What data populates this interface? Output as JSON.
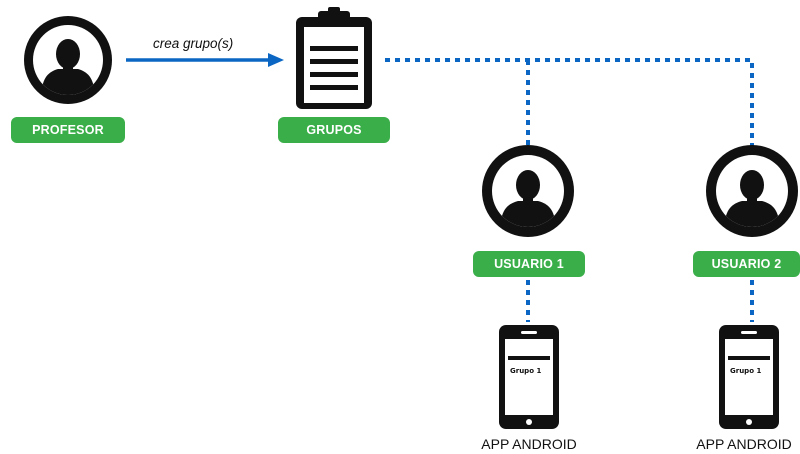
{
  "colors": {
    "node_fill": "#111111",
    "pill_green": "#3aae49",
    "connector_blue": "#0b66c3"
  },
  "arrow": {
    "label": "crea grupo(s)"
  },
  "nodes": {
    "profesor": {
      "label": "PROFESOR",
      "icon": "person-avatar-icon"
    },
    "grupos": {
      "label": "GRUPOS",
      "icon": "clipboard-icon"
    },
    "usuario1": {
      "label": "USUARIO 1",
      "icon": "person-avatar-icon",
      "device": {
        "screen_text": "Grupo 1",
        "caption": "APP ANDROID",
        "icon": "smartphone-icon"
      }
    },
    "usuario2": {
      "label": "USUARIO 2",
      "icon": "person-avatar-icon",
      "device": {
        "screen_text": "Grupo 1",
        "caption": "APP ANDROID",
        "icon": "smartphone-icon"
      }
    }
  }
}
